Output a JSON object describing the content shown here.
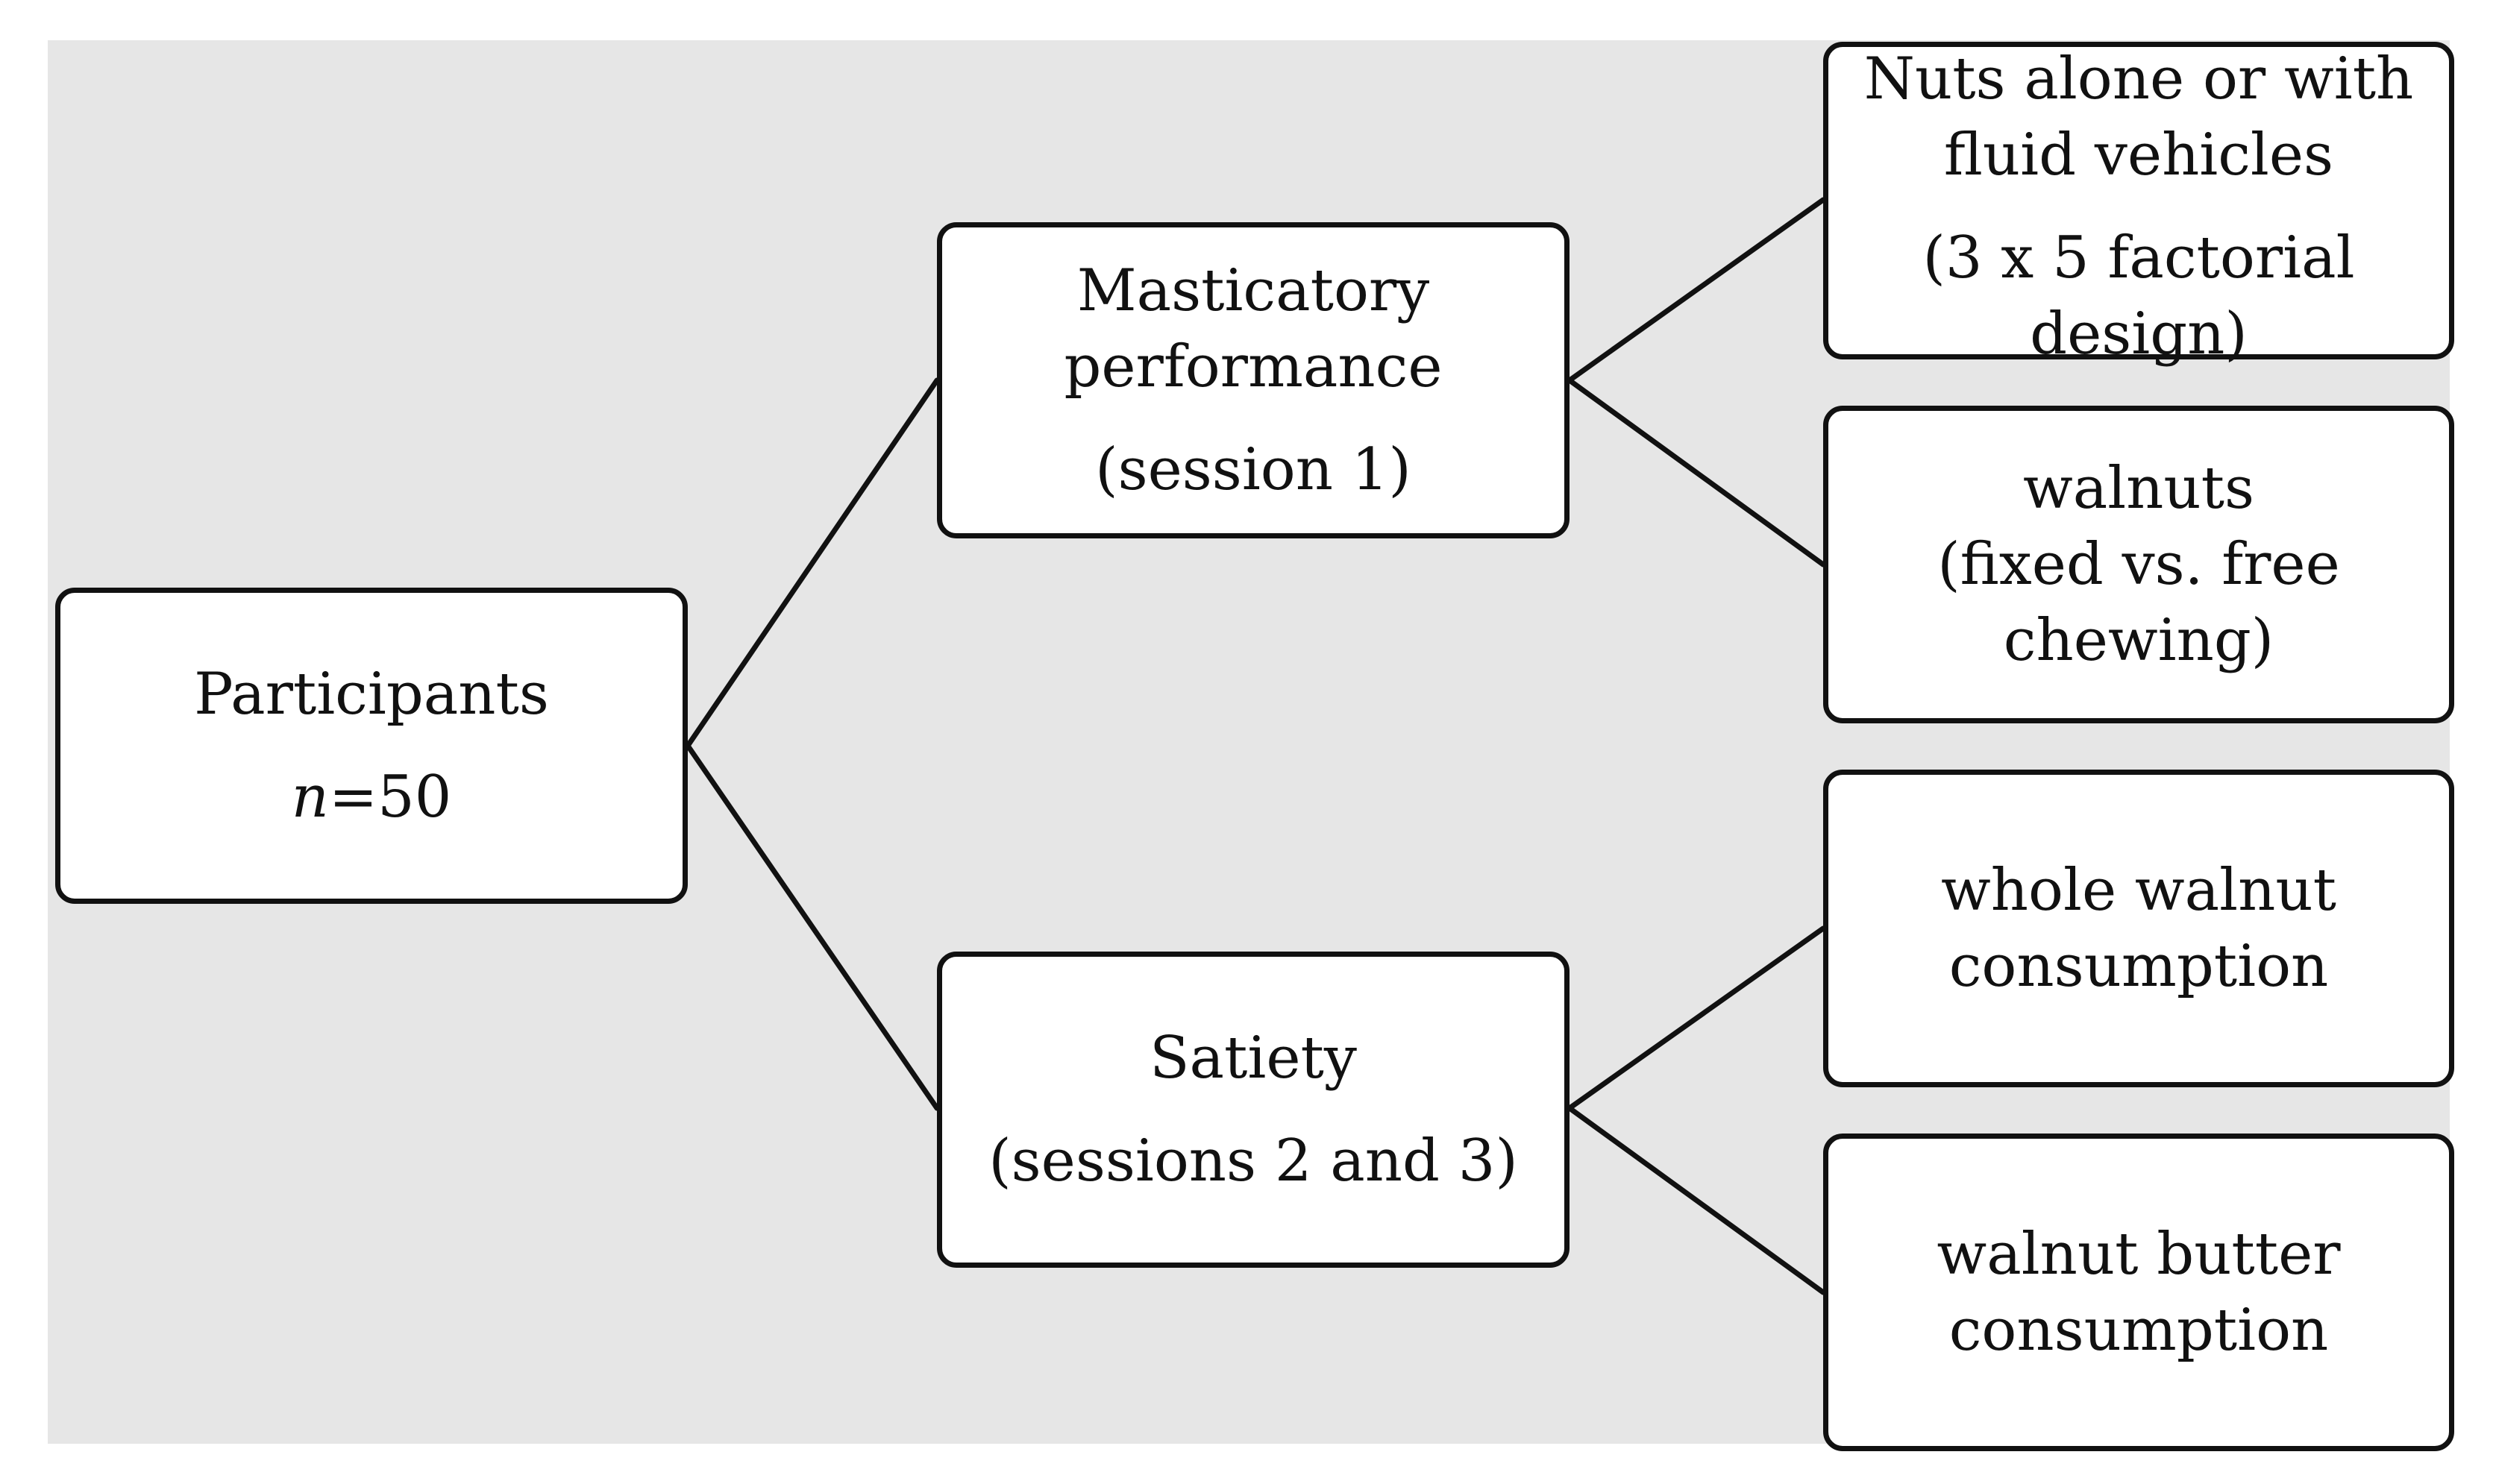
{
  "participants": {
    "title": "Participants",
    "n_label": "n",
    "n_value": "=50"
  },
  "branches": {
    "mastication": {
      "line1": "Masticatory",
      "line2": "performance",
      "session": "(session 1)"
    },
    "satiety": {
      "line1": "Satiety",
      "session": "(sessions 2 and 3)"
    }
  },
  "outcomes": {
    "nuts": {
      "line1": "Nuts alone or with",
      "line2": "fluid vehicles",
      "line3": "(3 x 5 factorial",
      "line4": "design)"
    },
    "walnuts": {
      "line1": "walnuts",
      "line2": "(fixed vs. free",
      "line3": "chewing)"
    },
    "whole": {
      "line1": "whole walnut",
      "line2": "consumption"
    },
    "butter": {
      "line1": "walnut butter",
      "line2": "consumption"
    }
  },
  "colors": {
    "background_panel": "#e6e6e6",
    "box_fill": "#ffffff",
    "stroke": "#111111"
  }
}
